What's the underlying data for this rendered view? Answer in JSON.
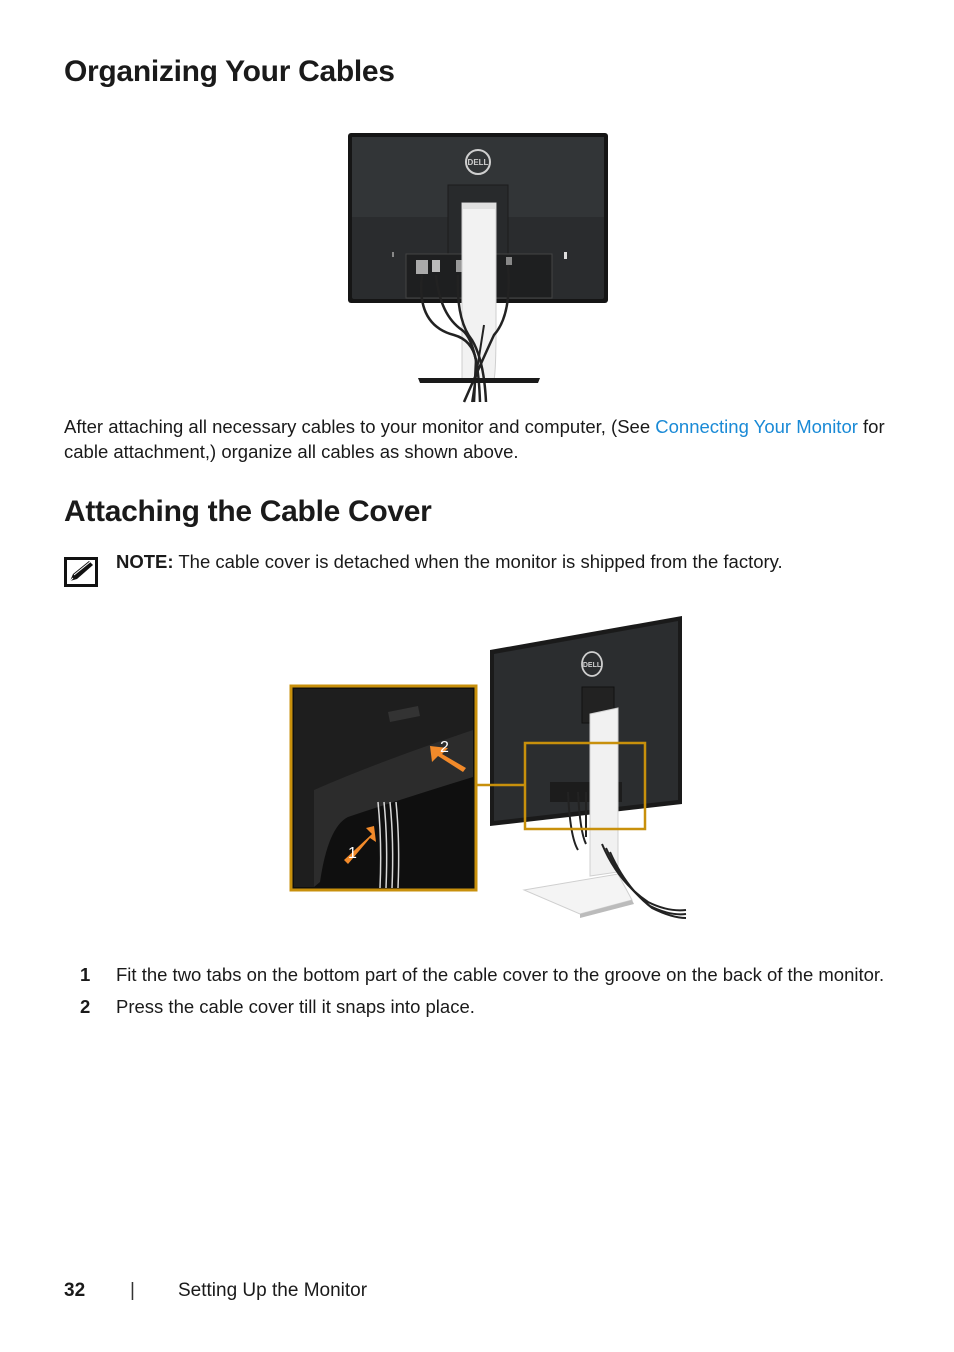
{
  "section1": {
    "title": "Organizing Your Cables",
    "para_before": "After attaching all necessary cables to your monitor and computer, (See ",
    "link_text": "Connecting Your Monitor",
    "para_after": " for cable attachment,) organize all cables as shown above."
  },
  "section2": {
    "title": "Attaching the Cable Cover",
    "note_label": "NOTE:",
    "note_text": " The cable cover is detached when the monitor is shipped from the factory.",
    "callout_1": "1",
    "callout_2": "2",
    "steps": [
      {
        "num": "1",
        "text": "Fit the two tabs on the bottom part of the cable cover to the groove on the back of the monitor."
      },
      {
        "num": "2",
        "text": "Press the cable cover till it snaps into place."
      }
    ]
  },
  "footer": {
    "page_number": "32",
    "separator": "|",
    "section_name": "Setting Up the Monitor"
  },
  "colors": {
    "link": "#1a8ad6",
    "callout_frame": "#c8900c",
    "arrow": "#f28a2a"
  },
  "icons": [
    "note-pencil-icon",
    "dell-logo"
  ]
}
